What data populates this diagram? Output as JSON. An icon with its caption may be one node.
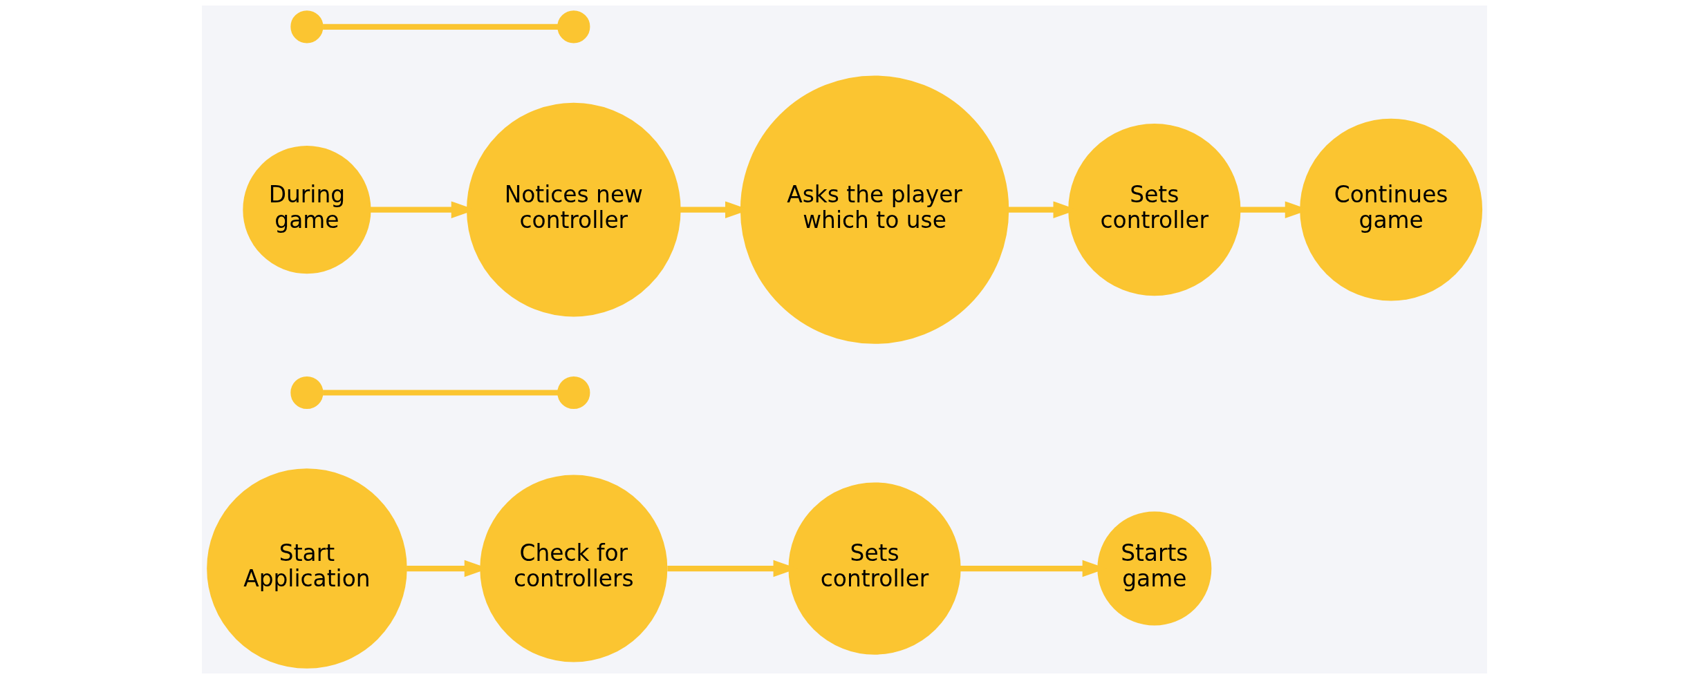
{
  "diagram": {
    "nodes": [
      {
        "text": [
          "Start Application"
        ]
      },
      {
        "text": [
          "Check for controllers"
        ]
      },
      {
        "text": [
          "Sets controller"
        ]
      },
      {
        "text": [
          "Starts game"
        ]
      },
      {
        "text": [],
        "shape": "circle"
      },
      {
        "text": [],
        "shape": "circle"
      },
      {
        "text": [
          "During game"
        ]
      },
      {
        "text": [
          "Notices new controller"
        ]
      },
      {
        "text": [
          "Asks the player which to use"
        ]
      },
      {
        "text": [
          "Sets controller"
        ]
      },
      {
        "text": [
          "Continues game"
        ]
      },
      {
        "text": [],
        "shape": "circle"
      },
      {
        "text": [],
        "shape": "circle"
      }
    ],
    "edges": [
      {
        "from": 0,
        "to": 1,
        "arrow": "to"
      },
      {
        "from": 1,
        "to": 2,
        "arrow": "to"
      },
      {
        "from": 2,
        "to": 3,
        "arrow": "to"
      },
      {
        "from": 4,
        "to": 5,
        "arrow": "none"
      },
      {
        "from": 6,
        "to": 7,
        "arrow": "to"
      },
      {
        "from": 7,
        "to": 8,
        "arrow": "to"
      },
      {
        "from": 8,
        "to": 9,
        "arrow": "to"
      },
      {
        "from": 9,
        "to": 10,
        "arrow": "to"
      },
      {
        "from": 11,
        "to": 12,
        "arrow": "none"
      }
    ]
  }
}
